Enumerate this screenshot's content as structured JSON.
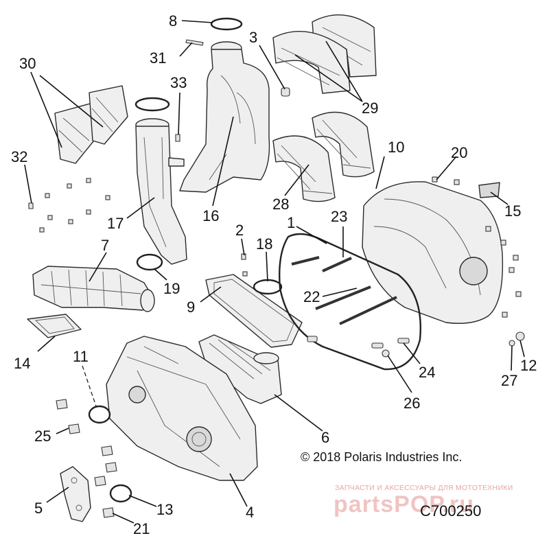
{
  "diagram": {
    "copyright": "© 2018 Polaris Industries Inc.",
    "figure_code": "C700250",
    "watermark": {
      "tagline": "ЗАПЧАСТИ И АКСЕССУАРЫ ДЛЯ МОТОТЕХНИКИ",
      "brand": "partsPOP.ru"
    },
    "callouts": {
      "c1": "1",
      "c2": "2",
      "c3": "3",
      "c4": "4",
      "c5": "5",
      "c6": "6",
      "c7": "7",
      "c8": "8",
      "c9": "9",
      "c10": "10",
      "c11": "11",
      "c12": "12",
      "c13": "13",
      "c14": "14",
      "c15": "15",
      "c16": "16",
      "c17": "17",
      "c18": "18",
      "c19": "19",
      "c20": "20",
      "c21": "21",
      "c22": "22",
      "c23": "23",
      "c24": "24",
      "c25": "25",
      "c26": "26",
      "c27": "27",
      "c28": "28",
      "c29": "29",
      "c30": "30",
      "c31": "31",
      "c32": "32",
      "c33": "33"
    }
  }
}
